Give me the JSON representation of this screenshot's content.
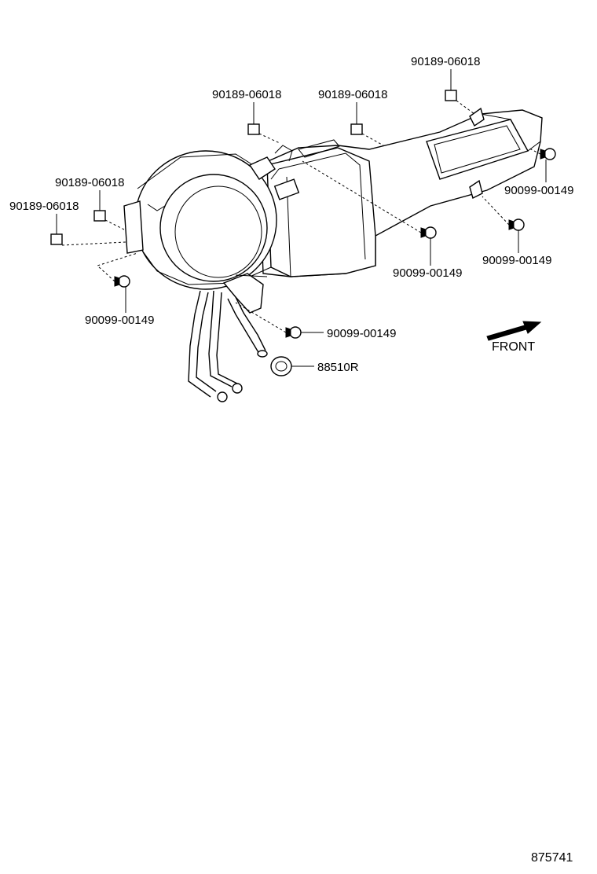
{
  "callouts": [
    {
      "id": "c1",
      "text": "90189-06018"
    },
    {
      "id": "c2",
      "text": "90189-06018"
    },
    {
      "id": "c3",
      "text": "90189-06018"
    },
    {
      "id": "c4",
      "text": "90189-06018"
    },
    {
      "id": "c5",
      "text": "90189-06018"
    },
    {
      "id": "c6",
      "text": "90099-00149"
    },
    {
      "id": "c7",
      "text": "90099-00149"
    },
    {
      "id": "c8",
      "text": "90099-00149"
    },
    {
      "id": "c9",
      "text": "90099-00149"
    },
    {
      "id": "c10",
      "text": "90099-00149"
    },
    {
      "id": "c11",
      "text": "88510R"
    }
  ],
  "front_label": "FRONT",
  "figure_number": "875741"
}
